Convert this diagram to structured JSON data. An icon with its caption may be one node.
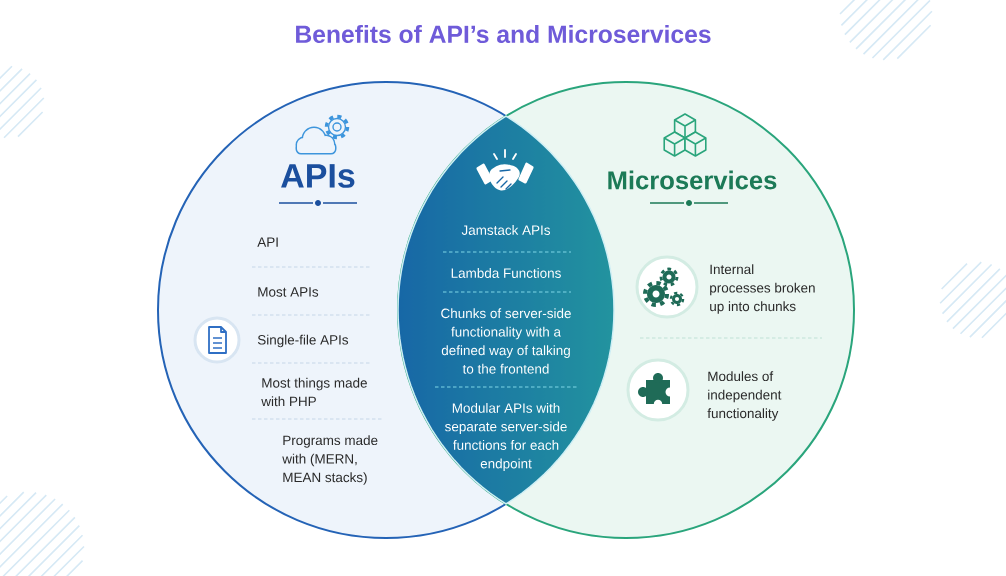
{
  "diagram": {
    "title": "Benefits of API’s and Microservices",
    "nodes": [
      {
        "text": [
          "APIs",
          "API",
          "Most APIs",
          "Single-file APIs",
          "Most things made with PHP",
          "Programs made with (MERN, MEAN stacks)"
        ]
      },
      {
        "text": [
          "Microservices",
          "Internal processes broken up into chunks",
          "Modules of independent functionality"
        ]
      },
      {
        "text": [
          "Jamstack APIs",
          "Lambda Functions",
          "Chunks of server-side functionality with a defined way of talking to the frontend",
          "Modular APIs with separate server-side functions for each endpoint"
        ]
      }
    ]
  }
}
